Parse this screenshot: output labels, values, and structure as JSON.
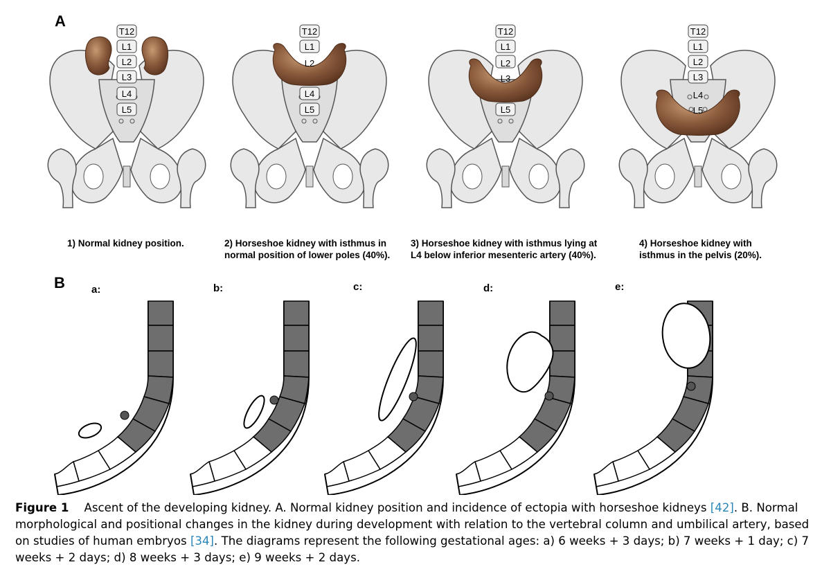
{
  "panel_a": {
    "letter": "A",
    "vertebra_labels": [
      "T12",
      "L1",
      "L2",
      "L3",
      "L4",
      "L5"
    ],
    "figures": [
      {
        "caption_line1": "1) Normal kidney position.",
        "caption_line2": ""
      },
      {
        "caption_line1": "2) Horseshoe kidney with isthmus in",
        "caption_line2": "normal position of lower poles (40%)."
      },
      {
        "caption_line1": "3) Horseshoe kidney with isthmus lying at",
        "caption_line2": "L4 below inferior mesenteric artery (40%)."
      },
      {
        "caption_line1": "4) Horseshoe kidney with",
        "caption_line2": "isthmus in the pelvis (20%)."
      }
    ]
  },
  "panel_b": {
    "letter": "B",
    "sublabels": [
      "a:",
      "b:",
      "c:",
      "d:",
      "e:"
    ]
  },
  "caption": {
    "figure_label": "Figure 1",
    "part1": "Ascent of the developing kidney. A. Normal kidney position and incidence of ectopia with horseshoe kidneys ",
    "ref1": "[42]",
    "part2": ". B. Normal morphological and positional changes in the kidney during development with relation to the vertebral column and umbilical artery, based on studies of human embryos ",
    "ref2": "[34]",
    "part3": ". The diagrams represent the following gestational ages: a) 6 weeks + 3 days; b) 7 weeks + 1 day; c) 7 weeks + 2 days; d) 8 weeks + 3 days; e) 9 weeks + 2 days."
  },
  "colors": {
    "kidney": "#8a5a3c",
    "bone": "#e6e6e6",
    "bone_stroke": "#555555",
    "vertebra_fill_dark": "#6e6e6e",
    "link": "#2a86b6"
  }
}
